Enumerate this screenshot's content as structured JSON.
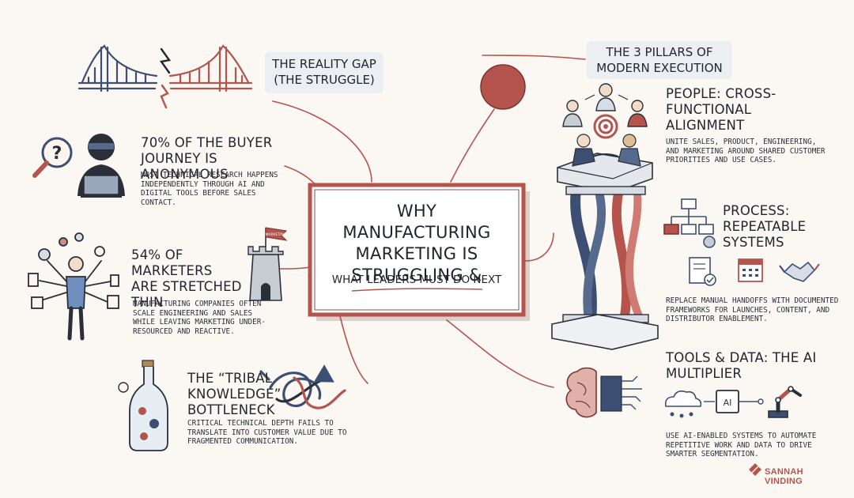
{
  "center": {
    "title": "WHY MANUFACTURING MARKETING IS STRUGGLING &",
    "subtitle": "WHAT LEADERS MUST DO NEXT"
  },
  "reality_gap": {
    "label": "THE REALITY GAP (THE STRUGGLE)"
  },
  "pillars_header": {
    "label": "THE 3 PILLARS OF MODERN EXECUTION"
  },
  "struggles": [
    {
      "heading": "70% OF THE BUYER JOURNEY IS ANONYMOUS",
      "body": "MOST TECHNICAL RESEARCH HAPPENS INDEPENDENTLY THROUGH AI AND DIGITAL TOOLS BEFORE SALES CONTACT."
    },
    {
      "heading": "54% OF MARKETERS ARE STRETCHED THIN",
      "body": "MANUFACTURING COMPANIES OFTEN SCALE ENGINEERING AND SALES WHILE LEAVING MARKETING UNDER-RESOURCED AND REACTIVE.",
      "flag_text": "MARKETING"
    },
    {
      "heading": "THE “TRIBAL KNOWLEDGE” BOTTLENECK",
      "body": "CRITICAL TECHNICAL DEPTH FAILS TO TRANSLATE INTO CUSTOMER VALUE DUE TO FRAGMENTED COMMUNICATION."
    }
  ],
  "pillars": [
    {
      "heading": "PEOPLE: CROSS-FUNCTIONAL ALIGNMENT",
      "body": "UNITE SALES, PRODUCT, ENGINEERING, AND MARKETING AROUND SHARED CUSTOMER PRIORITIES AND USE CASES."
    },
    {
      "heading": "PROCESS: REPEATABLE SYSTEMS",
      "body": "REPLACE MANUAL HANDOFFS WITH DOCUMENTED FRAMEWORKS FOR LAUNCHES, CONTENT, AND DISTRIBUTOR ENABLEMENT."
    },
    {
      "heading": "TOOLS & DATA: THE AI MULTIPLIER",
      "body": "USE AI-ENABLED SYSTEMS TO AUTOMATE REPETITIVE WORK AND DATA TO DRIVE SMARTER SEGMENTATION.",
      "chip_text": "AI"
    }
  ],
  "brand": {
    "name": "SANNAH VINDING"
  },
  "colors": {
    "background": "#fbf8f3",
    "ink": "#2a2f3a",
    "navy": "#3c4f72",
    "accent_red": "#b5544d",
    "panel": "#f4f0ea"
  }
}
